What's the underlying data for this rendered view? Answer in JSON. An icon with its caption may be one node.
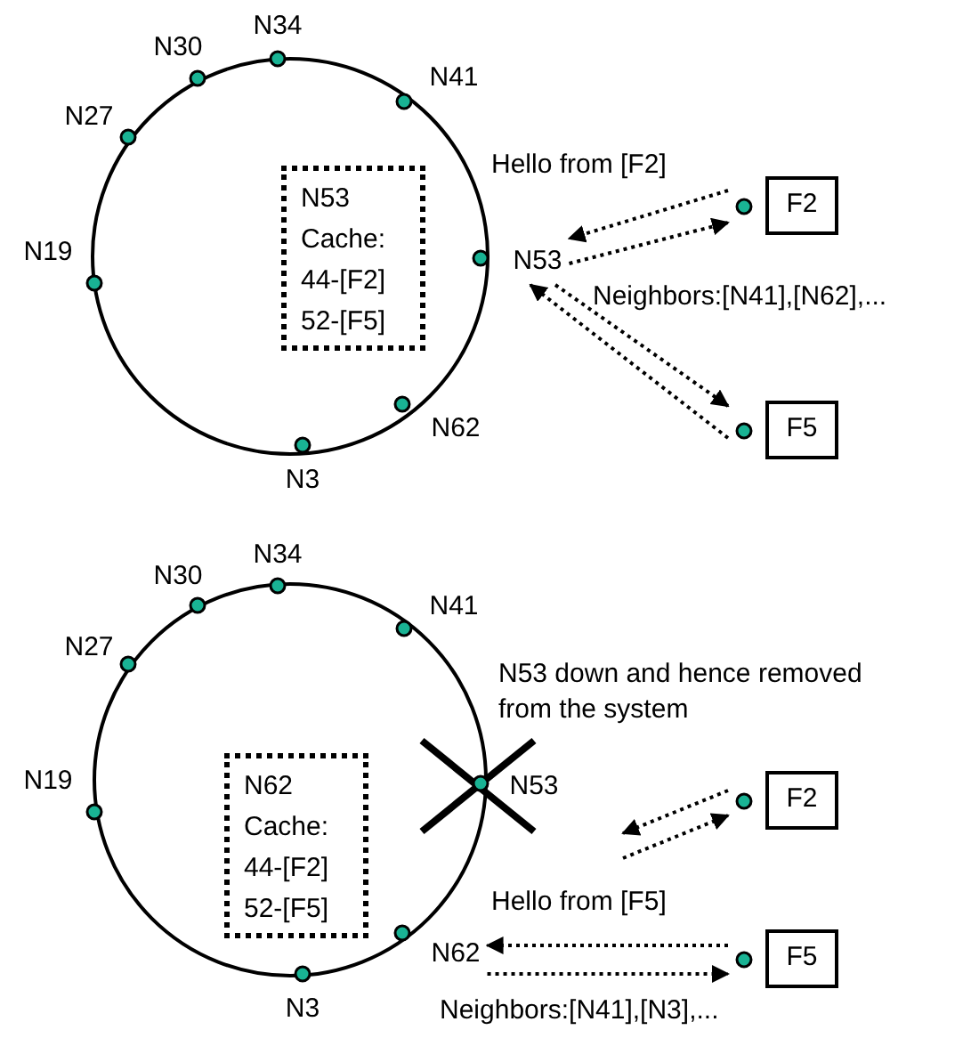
{
  "diagram": {
    "nodes": [
      {
        "text": [
          "N34"
        ]
      },
      {
        "text": [
          "N30"
        ]
      },
      {
        "text": [
          "N41"
        ]
      },
      {
        "text": [
          "N27"
        ]
      },
      {
        "text": [
          "N19"
        ]
      },
      {
        "text": [
          "N53"
        ]
      },
      {
        "text": [
          "N62"
        ]
      },
      {
        "text": [
          "N3"
        ]
      },
      {
        "text": [
          "N53",
          "Cache:",
          "44-[F2]",
          "52-[F5]"
        ]
      },
      {
        "text": [
          "F2"
        ]
      },
      {
        "text": [
          "F5"
        ]
      },
      {
        "text": [
          "N34"
        ]
      },
      {
        "text": [
          "N30"
        ]
      },
      {
        "text": [
          "N41"
        ]
      },
      {
        "text": [
          "N27"
        ]
      },
      {
        "text": [
          "N19"
        ]
      },
      {
        "text": [
          "N53"
        ]
      },
      {
        "text": [
          "N62"
        ]
      },
      {
        "text": [
          "N3"
        ]
      },
      {
        "text": [
          "N62",
          "Cache:",
          "44-[F2]",
          "52-[F5]"
        ]
      },
      {
        "text": [
          "F2"
        ]
      },
      {
        "text": [
          "F5"
        ]
      }
    ],
    "edges": [
      {
        "from": 9,
        "to": 5,
        "arrow": "to",
        "style": "dashed"
      },
      {
        "from": 5,
        "to": 9,
        "arrow": "to",
        "style": "dashed"
      },
      {
        "from": 5,
        "to": 10,
        "arrow": "to",
        "style": "dashed"
      },
      {
        "from": 10,
        "to": 5,
        "arrow": "to",
        "style": "dashed"
      },
      {
        "from": 20,
        "to": null,
        "arrow": "to",
        "style": "dashed"
      },
      {
        "from": null,
        "to": 20,
        "arrow": "to",
        "style": "dashed"
      },
      {
        "from": 21,
        "to": 17,
        "arrow": "to",
        "style": "dashed"
      },
      {
        "from": 17,
        "to": 21,
        "arrow": "to",
        "style": "dashed"
      }
    ],
    "labels": [
      "Hello from [F2]",
      "Neighbors:[N41],[N62],...",
      "N53 down and hence removed from the system",
      "Hello from [F5]",
      "Neighbors:[N41],[N3],..."
    ]
  }
}
